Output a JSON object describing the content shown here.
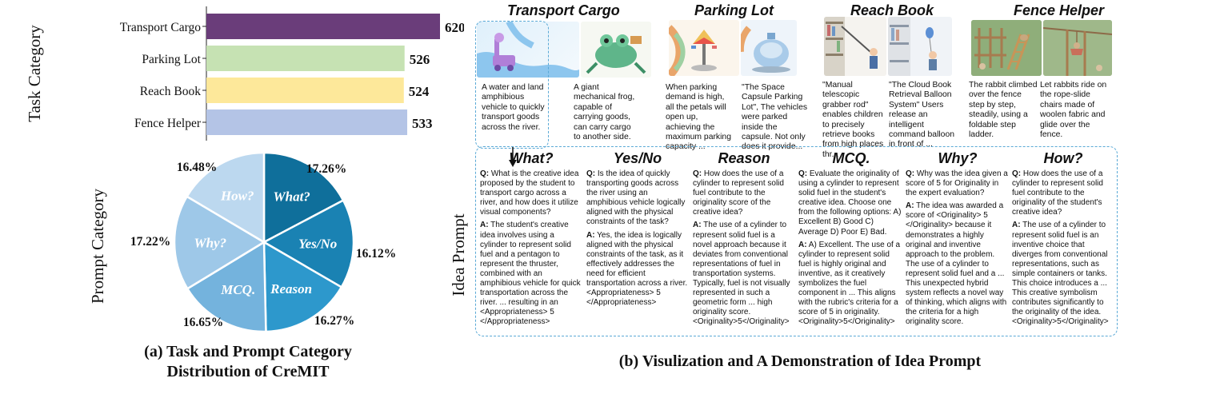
{
  "panel_a": {
    "bar_axis_label": "Task Category",
    "pie_axis_label": "Prompt Category",
    "caption_line1": "(a) Task and Prompt Category",
    "caption_line2": "Distribution of CreMIT"
  },
  "chart_data": [
    {
      "type": "bar",
      "orientation": "horizontal",
      "categories": [
        "Transport Cargo",
        "Parking Lot",
        "Reach Book",
        "Fence Helper"
      ],
      "values": [
        620,
        526,
        524,
        533
      ],
      "colors": [
        "#6a3d7a",
        "#c6e2b3",
        "#fde89a",
        "#b4c4e6"
      ],
      "ylabel": "Task Category",
      "data_labels": true
    },
    {
      "type": "pie",
      "slices": [
        {
          "label": "What?",
          "percent": "17.26%",
          "value": 17.26,
          "color": "#0f6f9b"
        },
        {
          "label": "Yes/No",
          "percent": "16.12%",
          "value": 16.12,
          "color": "#1a82b3"
        },
        {
          "label": "Reason",
          "percent": "16.27%",
          "value": 16.27,
          "color": "#2d98cc"
        },
        {
          "label": "MCQ.",
          "percent": "16.65%",
          "value": 16.65,
          "color": "#74b3dd"
        },
        {
          "label": "Why?",
          "percent": "17.22%",
          "value": 17.22,
          "color": "#9ec8e8"
        },
        {
          "label": "How?",
          "percent": "16.48%",
          "value": 16.48,
          "color": "#bcd8ef"
        }
      ],
      "ylabel": "Prompt Category"
    }
  ],
  "panel_b": {
    "side_label": "Idea Prompt",
    "caption": "(b) Visulization and A Demonstration of Idea Prompt",
    "tasks": [
      {
        "title": "Transport Cargo",
        "desc1": "A water and land amphibious vehicle to quickly transport goods across the river.",
        "desc2": "A giant mechanical frog, capable of carrying goods, can carry cargo to another side."
      },
      {
        "title": "Parking Lot",
        "desc1": "When parking demand is high, all the petals will open up, achieving the maximum parking capacity ...",
        "desc2": "\"The Space Capsule Parking Lot\", The vehicles were parked inside the capsule. Not only does it provide..."
      },
      {
        "title": "Reach Book",
        "desc1": "\"Manual telescopic grabber rod\" enables children to precisely retrieve books from high places thr...",
        "desc2": "\"The Cloud Book Retrieval Balloon System\" Users release an intelligent command balloon in front of ..."
      },
      {
        "title": "Fence Helper",
        "desc1": "The rabbit climbed over the fence step by step, steadily, using a foldable step ladder.",
        "desc2": "Let rabbits ride on the rope-slide chairs made of woolen fabric and glide over the fence."
      }
    ],
    "prompts": [
      {
        "title": "What?",
        "q": "What is the creative idea proposed by the student to transport cargo across a river, and how does it utilize visual components?",
        "a": "The student's creative idea involves using a cylinder to represent solid fuel and a pentagon to represent the thruster, combined with an amphibious vehicle for quick transportation across the river. ... resulting in an <Appropriateness> 5 </Appropriateness>"
      },
      {
        "title": "Yes/No",
        "q": "Is the idea of quickly transporting goods across the river using an amphibious vehicle logically aligned with the physical constraints of the task?",
        "a": "Yes, the idea is logically aligned with the physical constraints of the task, as it effectively addresses the need for efficient transportation across a river. <Appropriateness> 5 </Appropriateness>"
      },
      {
        "title": "Reason",
        "q": "How does the use of a cylinder to represent solid fuel contribute to the originality score of the creative idea?",
        "a": "The use of a cylinder to represent solid fuel is a novel approach because it deviates from conventional representations of fuel in transportation systems. Typically, fuel is not visually represented in such a geometric form ... high originality score. <Originality>5</Originality>"
      },
      {
        "title": "MCQ.",
        "q": "Evaluate the originality of using a cylinder to represent solid fuel in the student's creative idea. Choose one from the following options: A) Excellent B) Good C) Average D) Poor E) Bad.",
        "a": "A) Excellent. The use of a cylinder to represent solid fuel is highly original and inventive, as it creatively symbolizes the fuel component in ... This aligns with the rubric's criteria for a score of 5 in originality. <Originality>5</Originality>"
      },
      {
        "title": "Why?",
        "q": "Why was the idea given a score of 5 for Originality in the expert evaluation?",
        "a": "The idea was awarded a score of <Originality> 5 </Originality> because it demonstrates a highly original and inventive approach to the problem. The use of a cylinder to represent solid fuel and a ... This unexpected hybrid system reflects a novel way of thinking, which aligns with the criteria for a high originality score."
      },
      {
        "title": "How?",
        "q": "How does the use of a cylinder to represent solid fuel contribute to the originality of the student's creative idea?",
        "a": "The use of a cylinder to represent solid fuel is an inventive choice that diverges from conventional representations, such as simple containers or tanks. This choice introduces a ... This creative symbolism contributes significantly to the originality of the idea. <Originality>5</Originality>"
      }
    ],
    "q_prefix": "Q:",
    "a_prefix": "A:"
  }
}
